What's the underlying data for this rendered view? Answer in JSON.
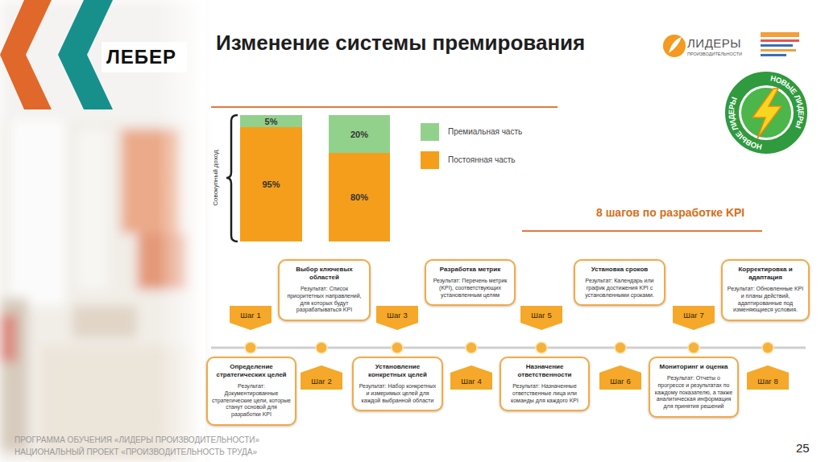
{
  "diagram": {
    "title": "Изменение системы премирования",
    "nodes": [
      {
        "text": [
          "5%"
        ]
      },
      {
        "text": [
          "95%"
        ]
      },
      {
        "text": [
          "20%"
        ]
      },
      {
        "text": [
          "80%"
        ]
      },
      {
        "text": [
          "Шаг 1"
        ]
      },
      {
        "text": [
          "Определение стратегических целей",
          "Результат: Документированные стратегические цели, которые станут основой для разработки KPI"
        ]
      },
      {
        "text": [
          "Шаг 2"
        ]
      },
      {
        "text": [
          "Выбор ключевых областей",
          "Результат: Список приоритетных направлений, для которых будут разрабатываться KPI"
        ]
      },
      {
        "text": [
          "Шаг 3"
        ]
      },
      {
        "text": [
          "Установление конкретных целей",
          "Результат: Набор конкретных и измеримых целей для каждой выбранной области"
        ]
      },
      {
        "text": [
          "Шаг 4"
        ]
      },
      {
        "text": [
          "Разработка метрик",
          "Результат: Перечень метрик (KPI), соответствующих установленным целям"
        ]
      },
      {
        "text": [
          "Шаг 5"
        ]
      },
      {
        "text": [
          "Назначение ответственности",
          "Результат: Назначенные ответственные лица или команды для каждого KPI"
        ]
      },
      {
        "text": [
          "Шаг 6"
        ]
      },
      {
        "text": [
          "Установка сроков",
          "Результат: Календарь или график достижения KPI с установленными сроками."
        ]
      },
      {
        "text": [
          "Шаг 7"
        ]
      },
      {
        "text": [
          "Мониторинг и оценка",
          "Результат: Отчеты о прогрессе и результатах по каждому показателю, а также аналитическая информация для принятия решений"
        ]
      },
      {
        "text": [
          "Шаг 8"
        ]
      },
      {
        "text": [
          "Корректировка и адаптация",
          "Результат: Обновленные KPI и планы действий, адаптированные под изменяющиеся условия."
        ]
      }
    ],
    "labels": [
      "ЛЕБЕР",
      "ЛИДЕРЫ",
      "ПРОИЗВОДИТЕЛЬНОСТИ",
      "НОВЫЕ ЛИДЕРЫ",
      "НОВЫЕ ЛИДЕРЫ",
      "Совокупный доход",
      "8 шагов по разработке KPI",
      "ПРОГРАММА ОБУЧЕНИЯ «ЛИДЕРЫ ПРОИЗВОДИТЕЛЬНОСТИ»",
      "НАЦИОНАЛЬНЫЙ ПРОЕКТ «ПРОИЗВОДИТЕЛЬНОСТЬ ТРУДА»",
      "25"
    ],
    "legend": [
      {
        "text": "Премиальная часть",
        "color": "#92d18c"
      },
      {
        "text": "Постоянная часть",
        "color": "#f59e1b"
      }
    ]
  }
}
